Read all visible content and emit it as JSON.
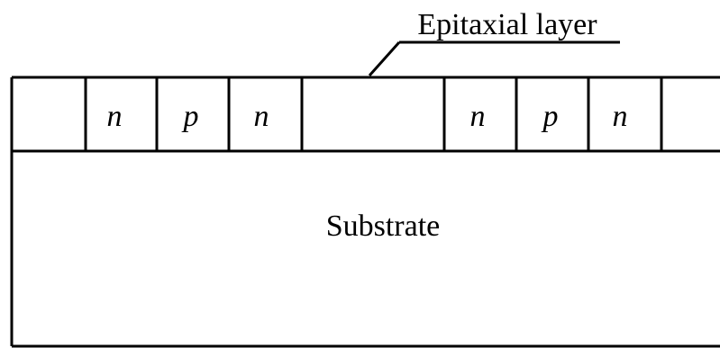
{
  "diagram": {
    "epitaxial_label": "Epitaxial layer",
    "substrate_label": "Substrate",
    "regions": [
      "n",
      "p",
      "n",
      "n",
      "p",
      "n"
    ],
    "colors": {
      "line": "#000000",
      "background": "#ffffff"
    }
  }
}
